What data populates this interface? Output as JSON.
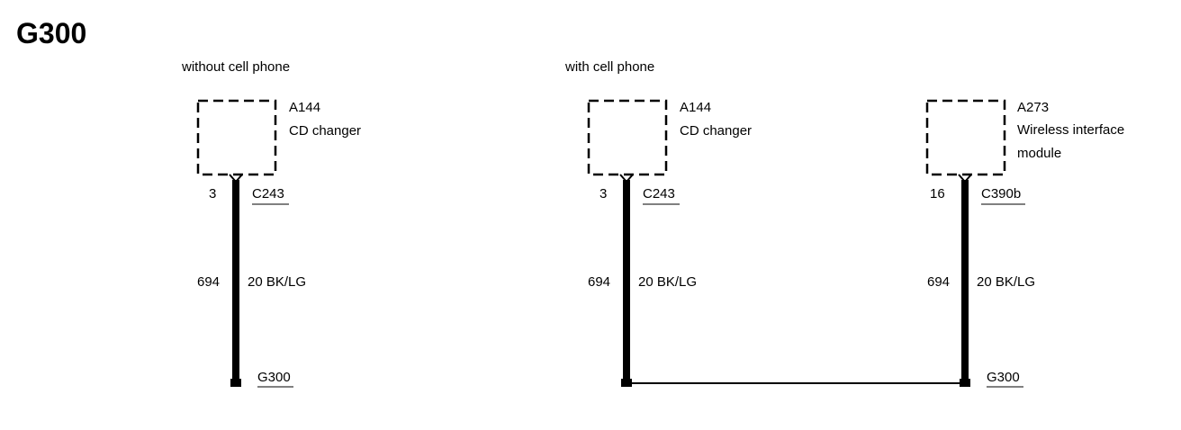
{
  "title": "G300",
  "sections": [
    {
      "caption": "without cell phone",
      "components": [
        {
          "code": "A144",
          "name_lines": [
            "CD changer"
          ],
          "pin": "3",
          "connector": "C243",
          "circuit": "694",
          "wire_spec": "20 BK/LG",
          "ground_label": "G300"
        }
      ]
    },
    {
      "caption": "with cell phone",
      "components": [
        {
          "code": "A144",
          "name_lines": [
            "CD changer"
          ],
          "pin": "3",
          "connector": "C243",
          "circuit": "694",
          "wire_spec": "20 BK/LG",
          "ground_label": ""
        },
        {
          "code": "A273",
          "name_lines": [
            "Wireless interface",
            "module"
          ],
          "pin": "16",
          "connector": "C390b",
          "circuit": "694",
          "wire_spec": "20 BK/LG",
          "ground_label": "G300"
        }
      ]
    }
  ]
}
